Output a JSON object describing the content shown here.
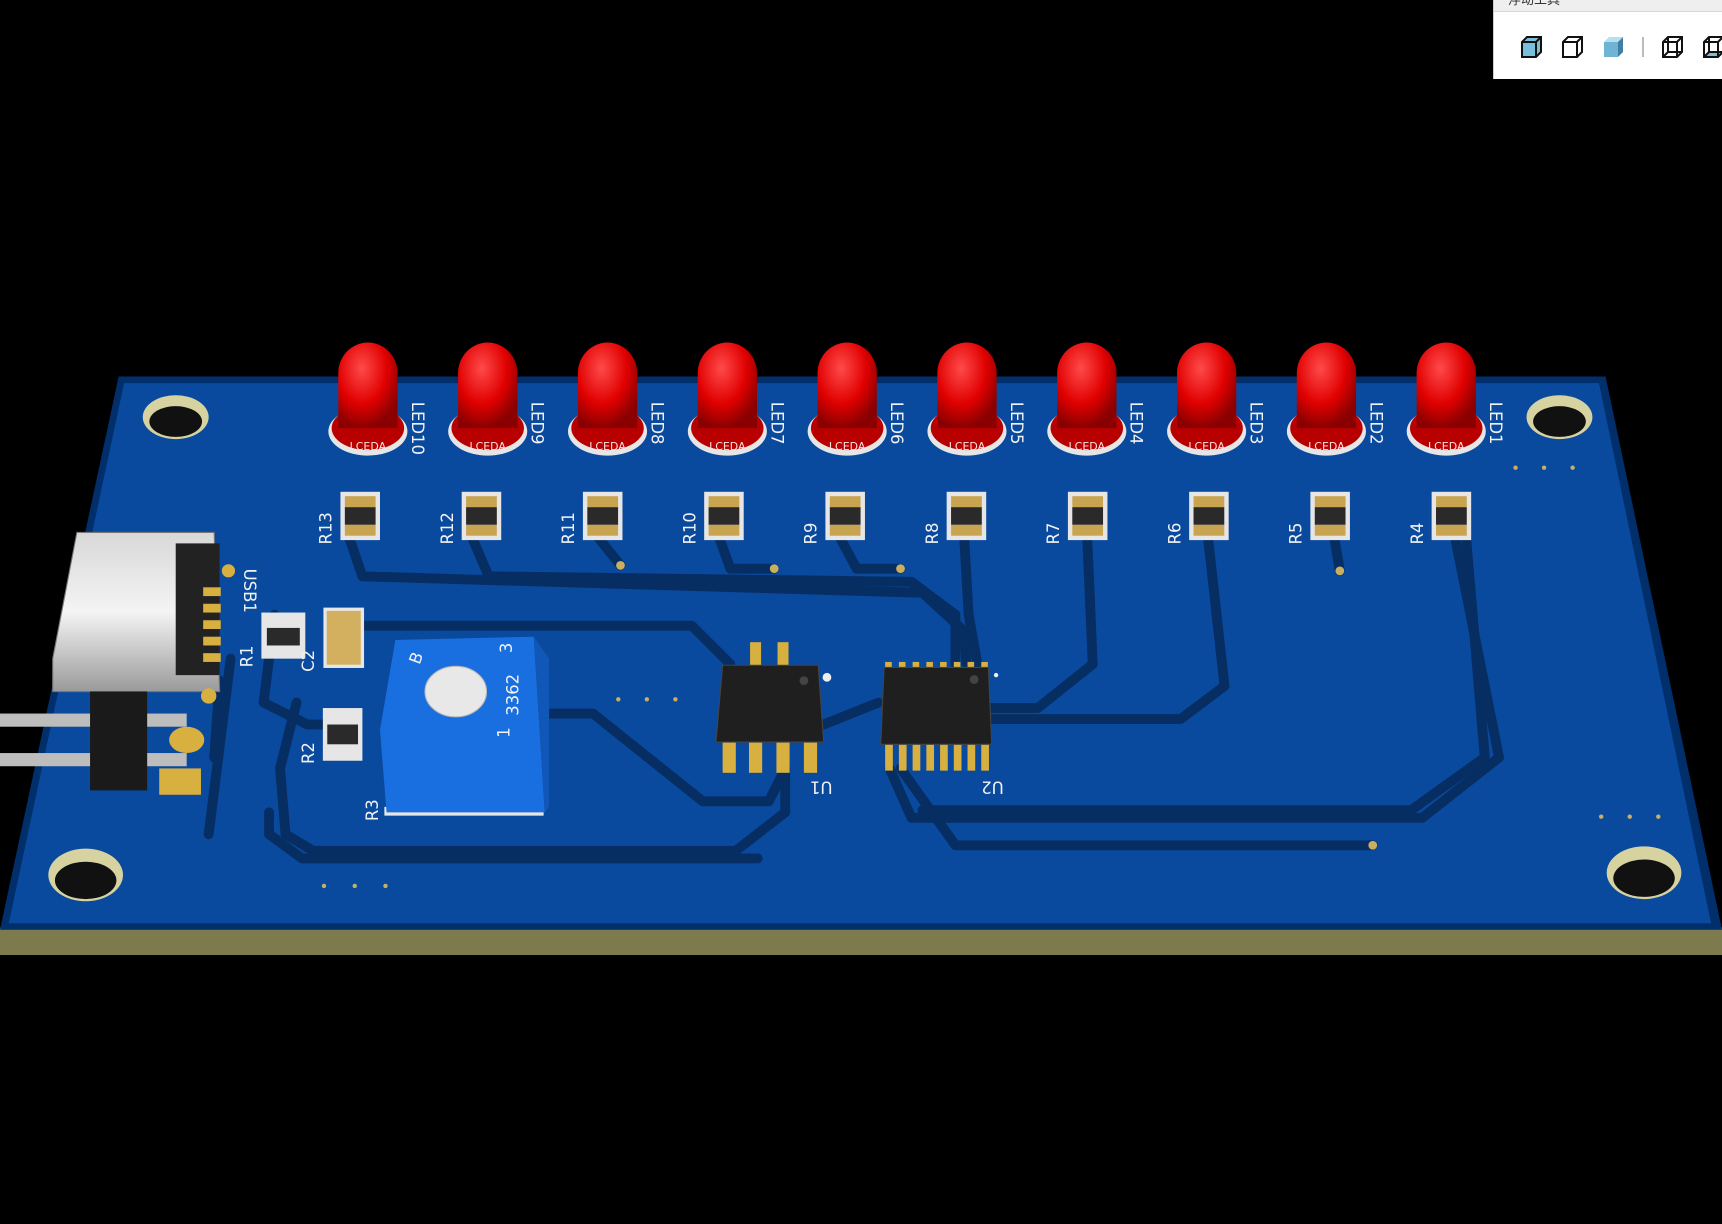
{
  "toolbar": {
    "title": "浮动工具",
    "buttons": [
      {
        "icon": "solid-cube-icon"
      },
      {
        "icon": "outline-cube-icon"
      },
      {
        "icon": "shaded-cube-icon"
      },
      {
        "icon": "wireframe-cube-icon"
      },
      {
        "icon": "wireframe-bottom-cube-icon"
      }
    ]
  },
  "pcb": {
    "colors": {
      "board": "#0a4a9e",
      "edge": "#002f6c",
      "substrate": "#7d7b4d",
      "led": "#e00000",
      "pot": "#1a6fe0"
    },
    "leds": [
      "LED10",
      "LED9",
      "LED8",
      "LED7",
      "LED6",
      "LED5",
      "LED4",
      "LED3",
      "LED2",
      "LED1"
    ],
    "led_marking": "LCEDA",
    "resistors": [
      "R13",
      "R12",
      "R11",
      "R10",
      "R9",
      "R8",
      "R7",
      "R6",
      "R5",
      "R4"
    ],
    "labels": {
      "usb": "USB1",
      "r1": "R1",
      "c2": "C2",
      "r2": "R2",
      "r3": "R3",
      "u1": "U1",
      "u2": "U2"
    },
    "pot": {
      "model": "3362",
      "brand": "B",
      "pin1": "1",
      "pin3": "3"
    }
  }
}
